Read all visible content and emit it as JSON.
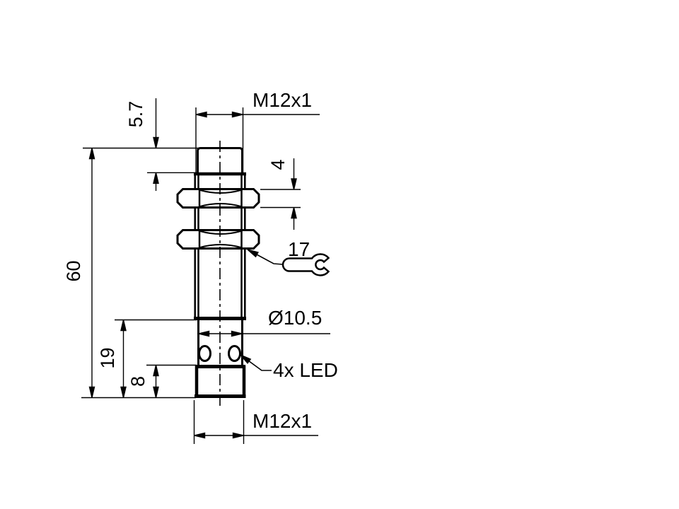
{
  "diagram": {
    "type": "technical-dimension-drawing",
    "subject": "M12 cylindrical sensor, side view with dimensions",
    "colors": {
      "line": "#000000",
      "background": "#ffffff"
    },
    "labels": {
      "thread_top": "M12x1",
      "cap_height": "5.7",
      "nut_thickness": "4",
      "wrench_size": "17",
      "overall_length": "60",
      "lower_length": "19",
      "connector_length": "8",
      "diameter": "Ø10.5",
      "led": "4x LED",
      "thread_bottom": "M12x1"
    },
    "icons": [
      {
        "name": "open-end-wrench-icon",
        "meaning": "wrench size across flats 17 mm"
      }
    ]
  }
}
